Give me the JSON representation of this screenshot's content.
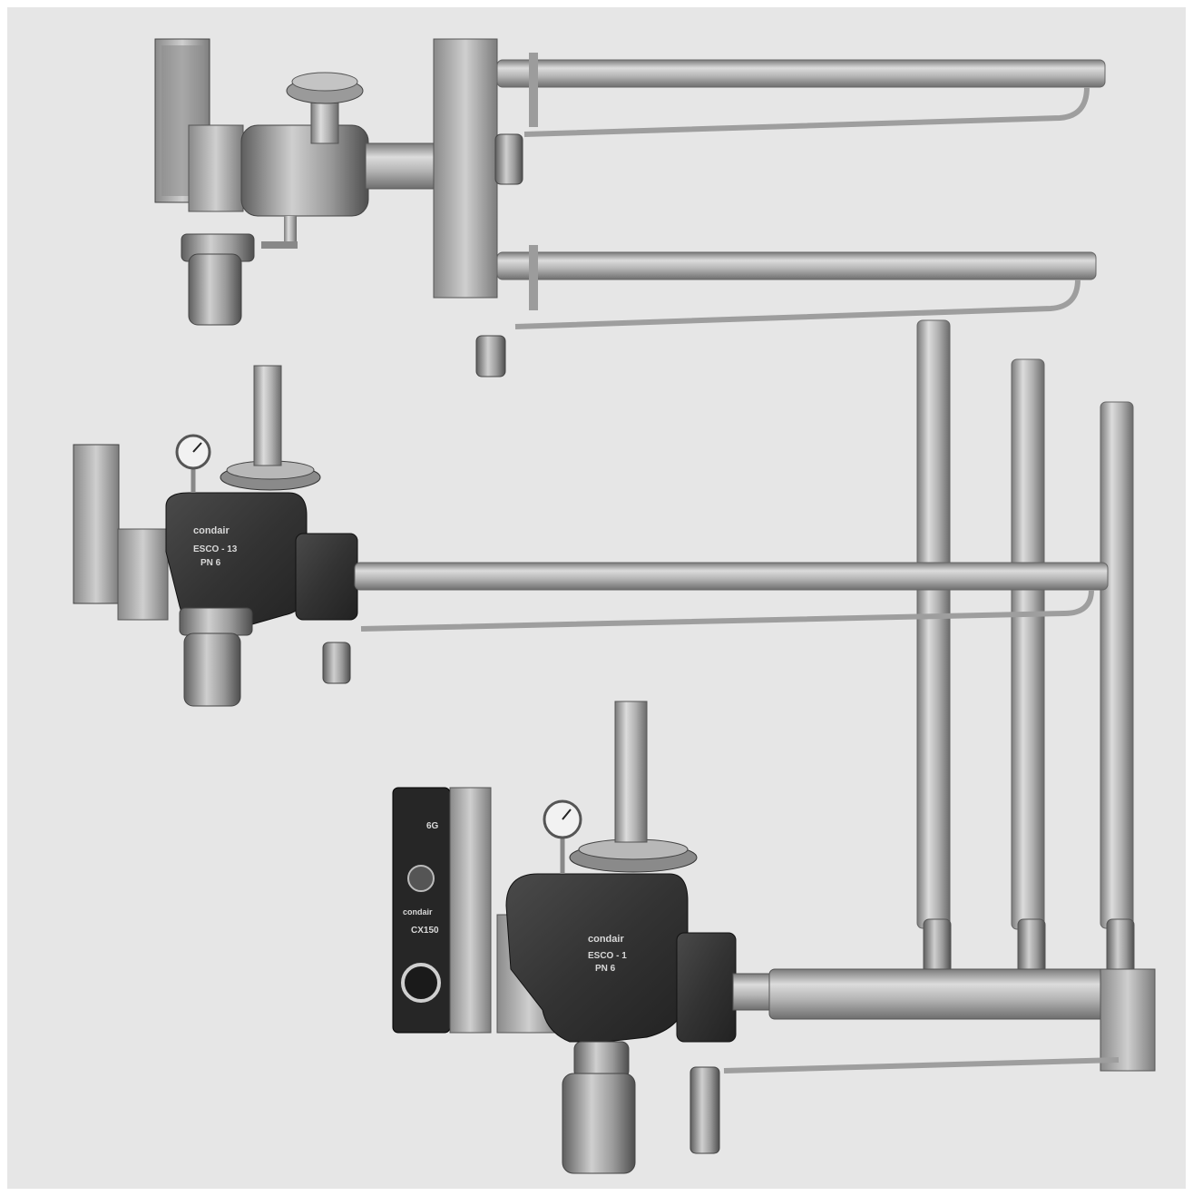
{
  "image": {
    "description_hidden": false,
    "background_color": "#e6e6e6",
    "frame_color": "#ffffff",
    "metal_light": "#d4d4d4",
    "metal_mid": "#a9a9a9",
    "metal_dark": "#6a6a6a",
    "casting_color": "#3a3a3a"
  },
  "labels": {
    "brand_middle": "condair",
    "model_middle": "ESCO - 13",
    "pressure_middle": "PN 6",
    "brand_bottom": "condair",
    "controller_model": "CX150",
    "controller_code": "6G",
    "model_bottom": "ESCO - 1",
    "pressure_bottom": "PN 6"
  }
}
